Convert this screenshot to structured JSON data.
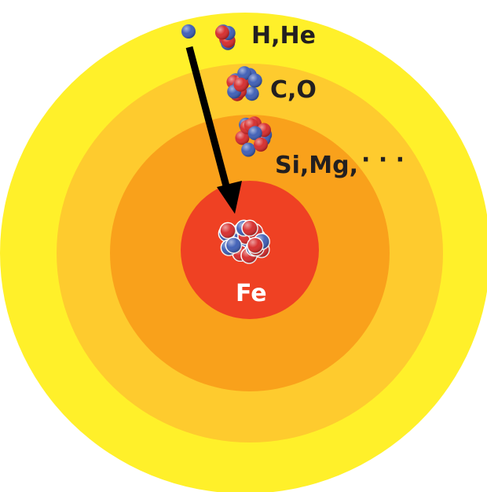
{
  "layers": [
    {
      "label": "H,He",
      "color": "#FFF02A"
    },
    {
      "label": "C,O",
      "color": "#FECB2E"
    },
    {
      "label": "Si,Mg,",
      "color": "#F9A11B"
    },
    {
      "label": "Fe",
      "color": "#EF4123"
    }
  ],
  "ellipsis": "· · ·",
  "colors": {
    "proton": "#D62828",
    "neutron": "#3A5BB5",
    "arrow": "#000000"
  }
}
